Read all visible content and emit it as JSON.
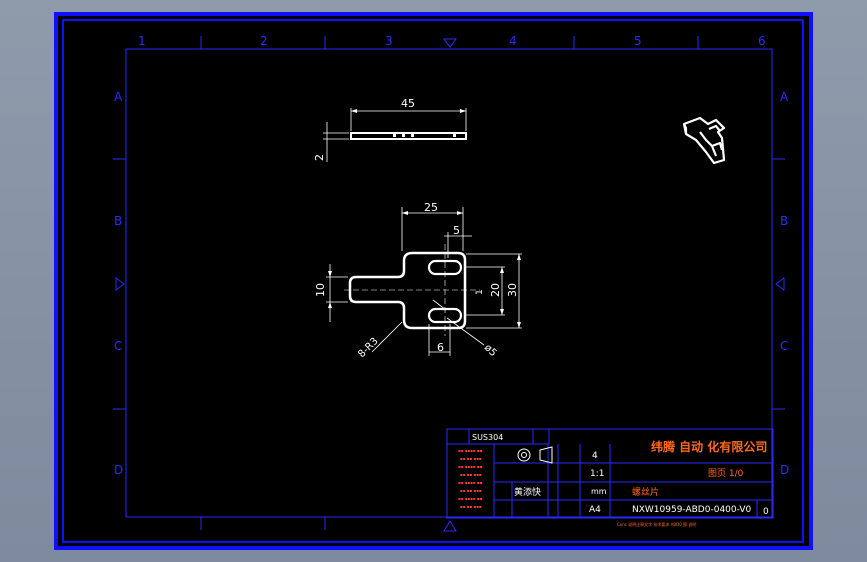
{
  "zones": {
    "columns": [
      "1",
      "2",
      "3",
      "4",
      "5",
      "6"
    ],
    "rows": [
      "A",
      "B",
      "C",
      "D"
    ]
  },
  "dimensions": {
    "top_view_length": "45",
    "top_view_thickness": "2",
    "overall_width": "25",
    "slot_offset": "5",
    "slot_pitch": "20",
    "overall_height": "30",
    "tab_height": "10",
    "corner_radius": "8-R3",
    "slot_width": "6",
    "slot_diameter": "ø5",
    "center_mark": "1"
  },
  "title_block": {
    "material": "SUS304",
    "quantity": "4",
    "scale": "1:1",
    "units": "mm",
    "sheet_size": "A4",
    "company": "纬腾 自动 化有限公司",
    "part_name": "螺丝片",
    "drawing_number": "NXW10959-ABD0-0400-V0",
    "revision": "0",
    "page_label": "图页 1/0",
    "designer": "黄添快",
    "footer_note": "Cons 说明注释文字 技术要求 ABD0 图 说明"
  },
  "colors": {
    "background": "#000000",
    "frame_blue": "#0000ff",
    "geometry": "#ffffff",
    "dimension_line": "#ffffff",
    "company_text": "#ff6a1a",
    "surround": "#8a96a8"
  }
}
